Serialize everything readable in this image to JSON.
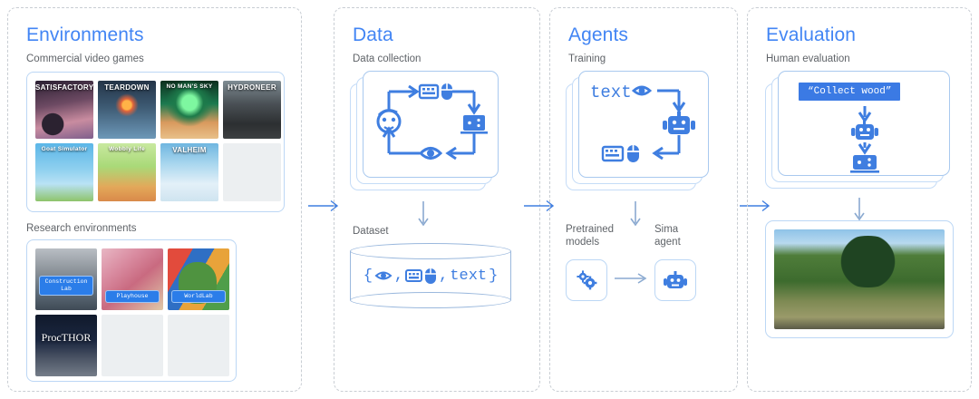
{
  "panels": [
    {
      "id": "environments",
      "title": "Environments",
      "subtitle": "Commercial video games",
      "subtitle2": "Research environments",
      "commercial_games": [
        {
          "name": "SATISFACTORY",
          "art": "a-satisfactory"
        },
        {
          "name": "TEARDOWN",
          "art": "a-teardown"
        },
        {
          "name": "NO MAN'S SKY",
          "art": "a-nomanssky"
        },
        {
          "name": "HYDRONEER",
          "art": "a-hydroneer"
        },
        {
          "name": "Goat Simulator",
          "art": "a-goat"
        },
        {
          "name": "Wobbly Life",
          "art": "a-wobbly"
        },
        {
          "name": "VALHEIM",
          "art": "a-valheim"
        },
        {
          "name": "",
          "art": "empty"
        }
      ],
      "research_environments": [
        {
          "name": "Construction Lab",
          "art": "a-construction"
        },
        {
          "name": "Playhouse",
          "art": "a-playhouse"
        },
        {
          "name": "WorldLab",
          "art": "a-worldlab"
        },
        {
          "name": "ProcTHOR",
          "art": "a-procthor"
        },
        {
          "name": "",
          "art": "empty"
        },
        {
          "name": "",
          "art": "empty"
        }
      ]
    },
    {
      "id": "data",
      "title": "Data",
      "subtitle": "Data collection",
      "dataset_label": "Dataset",
      "dataset_contents": "{◎,⌨🖱,text}",
      "dataset_text_token": "text",
      "loop_icons": [
        "person-icon",
        "keyboard-icon",
        "mouse-icon",
        "game-screen-icon",
        "eye-icon"
      ]
    },
    {
      "id": "agents",
      "title": "Agents",
      "subtitle": "Training",
      "card_text_token": "text",
      "loop_icons": [
        "text-label",
        "eye-icon",
        "robot-icon",
        "keyboard-icon",
        "mouse-icon"
      ],
      "pretrained_label": "Pretrained\nmodels",
      "pretrained_label_line1": "Pretrained",
      "pretrained_label_line2": "models",
      "agent_label_line1": "Sima",
      "agent_label_line2": "agent",
      "pretrained_icon": "gears-icon",
      "agent_icon": "robot-icon"
    },
    {
      "id": "evaluation",
      "title": "Evaluation",
      "subtitle": "Human evaluation",
      "prompt": "“Collect wood”",
      "flow_icons": [
        "robot-icon",
        "game-screen-icon"
      ],
      "frame_caption": ""
    }
  ],
  "connectors": [
    "arrow-right",
    "arrow-right",
    "arrow-right"
  ],
  "colors": {
    "accent_blue": "#4285f4",
    "icon_blue": "#3f7ee0",
    "prompt_bg": "#3b7ae4",
    "panel_border": "#c8cdd3",
    "card_border": "#bcd7f5",
    "text_grey": "#5f6368"
  }
}
